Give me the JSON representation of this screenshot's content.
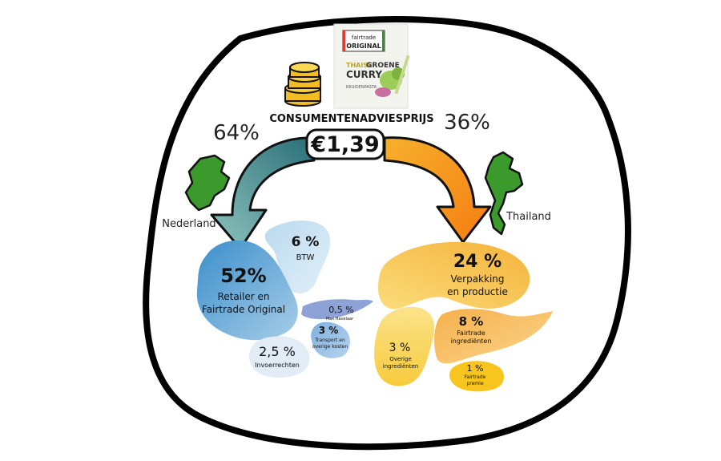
{
  "product": {
    "brand_line1": "fairtrade",
    "brand_line2": "ORIGINAL",
    "name_line1a": "THAISE",
    "name_line1b": "GROENE",
    "name_line2": "CURRY",
    "subtitle": "KRUIDENPASTA"
  },
  "price": {
    "label": "CONSUMENTENADVIESPRIJS",
    "value": "€1,39"
  },
  "split": {
    "left_pct": "64%",
    "right_pct": "36%",
    "left_country": "Nederland",
    "right_country": "Thailand"
  },
  "segments": [
    {
      "pct": "52%",
      "label_1": "Retailer en",
      "label_2": "Fairtrade Original"
    },
    {
      "pct": "6 %",
      "label_1": "BTW"
    },
    {
      "pct": "0,5 %",
      "label_1": "Max Havelaar"
    },
    {
      "pct": "3 %",
      "label_1": "Transport en",
      "label_2": "overige kosten"
    },
    {
      "pct": "2,5 %",
      "label_1": "Invoerrechten"
    },
    {
      "pct": "24 %",
      "label_1": "Verpakking",
      "label_2": "en productie"
    },
    {
      "pct": "8 %",
      "label_1": "Fairtrade",
      "label_2": "ingrediënten"
    },
    {
      "pct": "3 %",
      "label_1": "Overige",
      "label_2": "ingrediënten"
    },
    {
      "pct": "1 %",
      "label_1": "Fairtrade",
      "label_2": "premie"
    }
  ],
  "colors": {
    "outline": "#000000",
    "blue_dark": "#2f86c4",
    "blue_light": "#a9cfe9",
    "teal_arrow": "#3f8a8a",
    "orange_arrow": "#f29b1e",
    "yellow": "#f9cf5a",
    "orange": "#f2a23a",
    "green_country": "#3a8f2a"
  }
}
